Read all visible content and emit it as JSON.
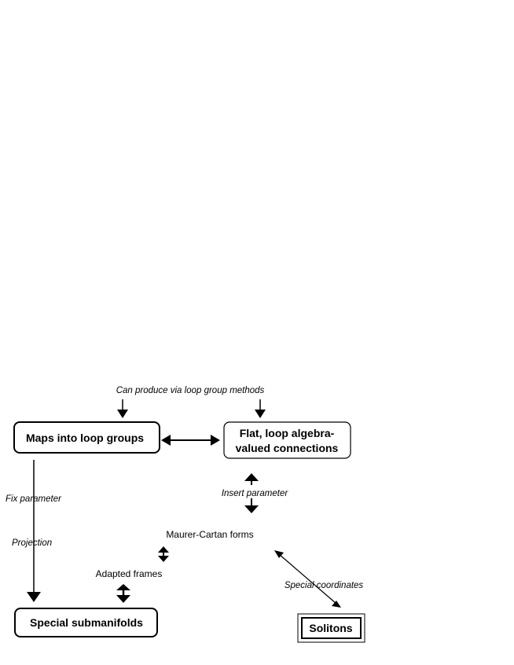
{
  "top_note": "Can produce via loop group methods",
  "nodes": {
    "maps": "Maps into loop groups",
    "flat_line1": "Flat, loop algebra-",
    "flat_line2": "valued connections",
    "maurer": "Maurer-Cartan forms",
    "adapted": "Adapted frames",
    "special": "Special submanifolds",
    "solitons": "Solitons"
  },
  "edge_labels": {
    "fix_parameter": "Fix parameter",
    "projection": "Projection",
    "insert_parameter": "Insert parameter",
    "special_coordinates": "Special coordinates"
  }
}
